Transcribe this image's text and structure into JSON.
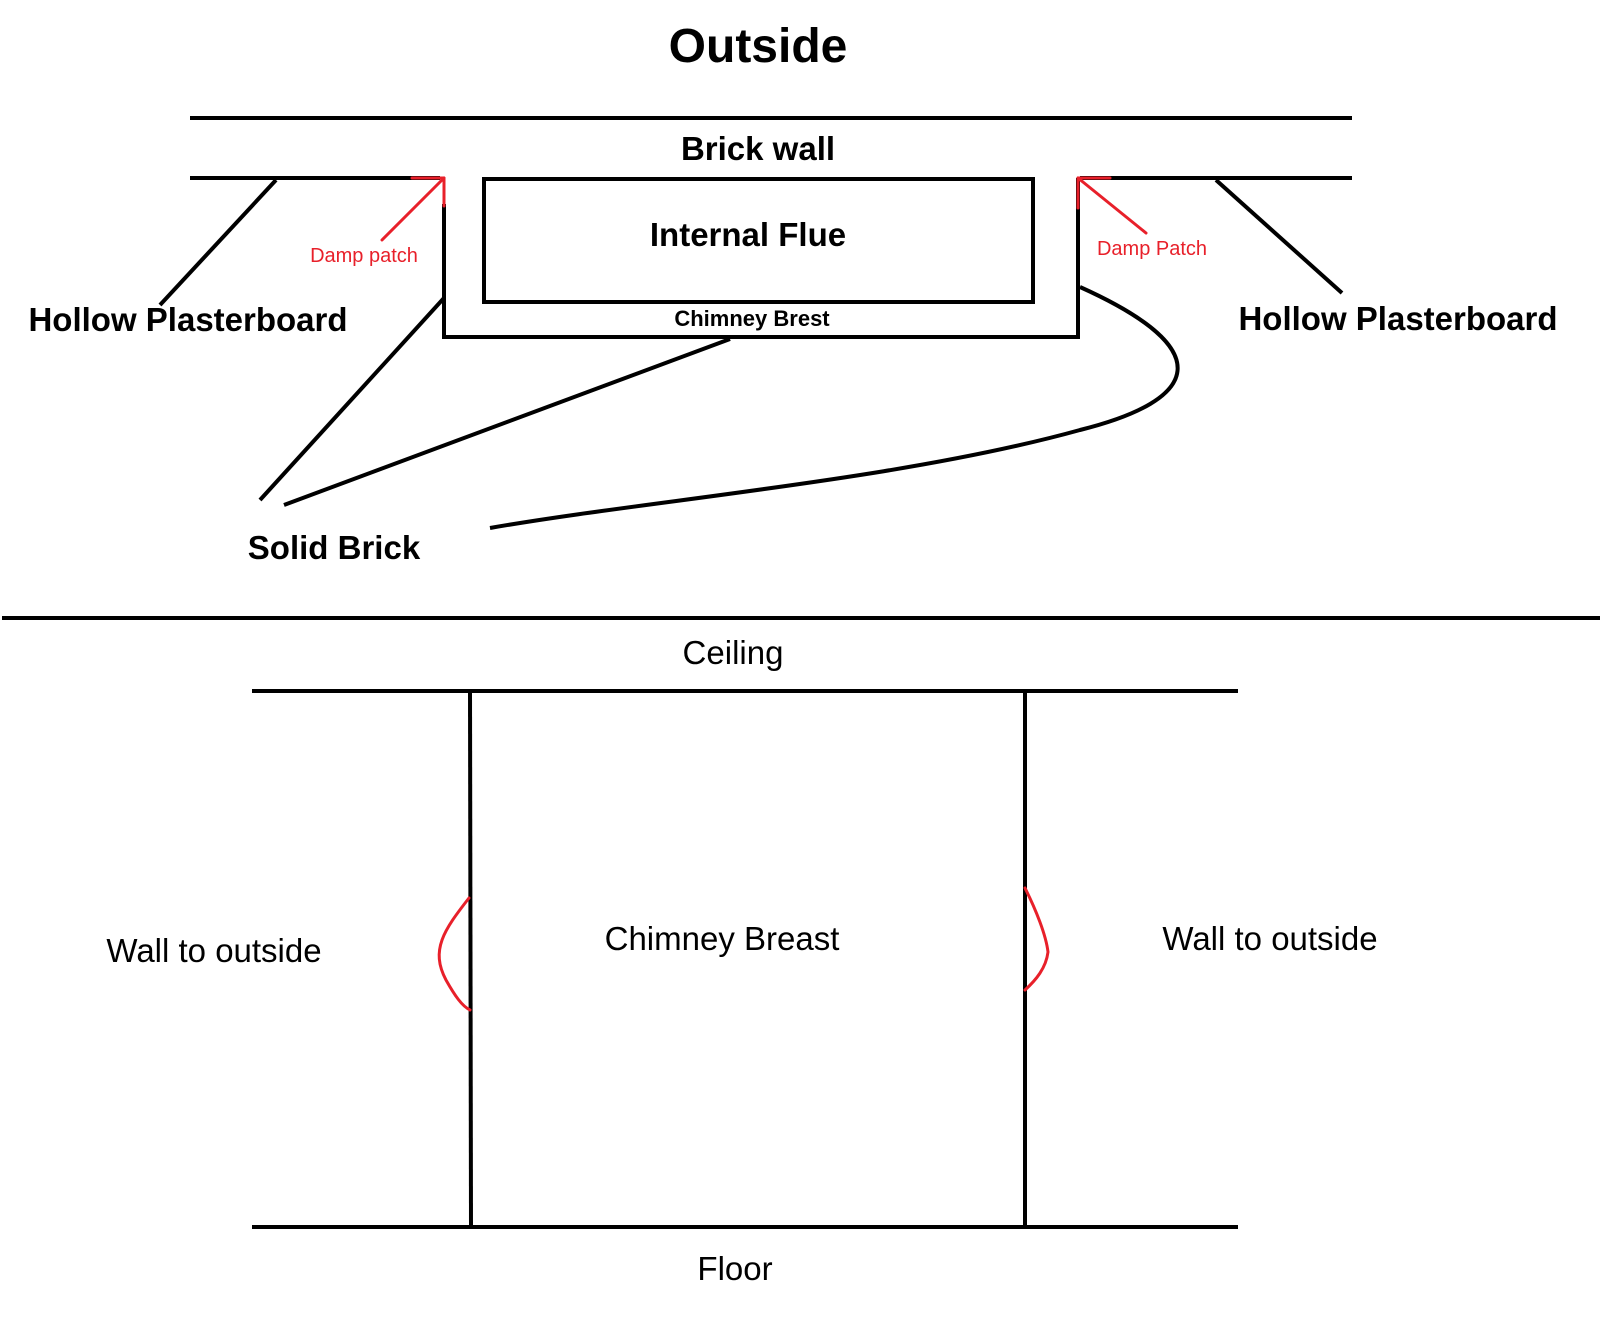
{
  "plan_view": {
    "title": "Outside",
    "brick_wall": "Brick wall",
    "internal_flue": "Internal Flue",
    "chimney_brest": "Chimney Brest",
    "damp_patch_left": "Damp patch",
    "damp_patch_right": "Damp Patch",
    "plasterboard_left": "Hollow Plasterboard",
    "plasterboard_right": "Hollow Plasterboard",
    "solid_brick": "Solid Brick"
  },
  "elevation_view": {
    "ceiling": "Ceiling",
    "floor": "Floor",
    "chimney_breast": "Chimney Breast",
    "wall_left": "Wall to outside",
    "wall_right": "Wall to outside"
  },
  "colors": {
    "line": "#000000",
    "damp": "#e8202a",
    "background": "#ffffff"
  }
}
